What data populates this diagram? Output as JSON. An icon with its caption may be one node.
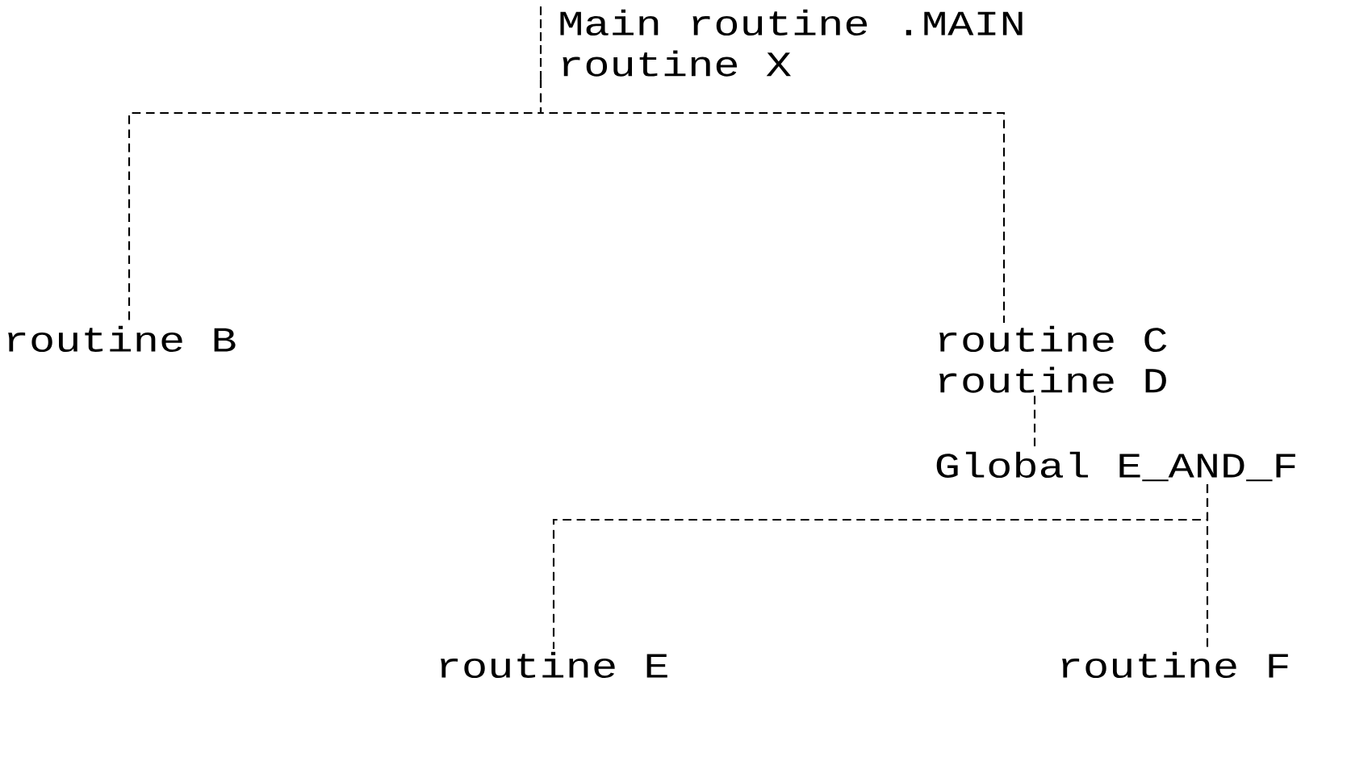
{
  "diagram": {
    "nodes": [
      {
        "text": [
          "Main routine .MAIN",
          "routine X"
        ]
      },
      {
        "text": [
          "routine B"
        ]
      },
      {
        "text": [
          "routine C",
          "routine D"
        ]
      },
      {
        "text": [
          "Global E_AND_F"
        ]
      },
      {
        "text": [
          "routine E"
        ]
      },
      {
        "text": [
          "routine F"
        ]
      }
    ],
    "edges": [
      {
        "from": 0,
        "to": 1,
        "arrow": "none"
      },
      {
        "from": 0,
        "to": 2,
        "arrow": "none"
      },
      {
        "from": 2,
        "to": 3,
        "arrow": "none"
      },
      {
        "from": 3,
        "to": 4,
        "arrow": "none"
      },
      {
        "from": 3,
        "to": 5,
        "arrow": "none"
      }
    ]
  }
}
